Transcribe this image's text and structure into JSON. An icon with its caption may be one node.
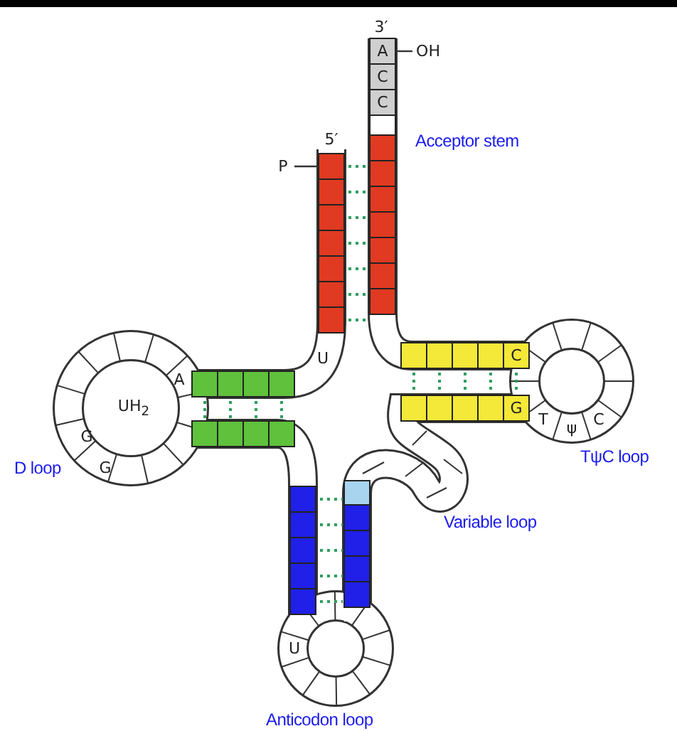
{
  "diagram": {
    "labels": [
      "3′",
      "A",
      "OH",
      "C",
      "C",
      "5′",
      "P",
      "Acceptor stem",
      "U",
      "A",
      "UH$_{2}$",
      "G",
      "G",
      "D loop",
      "C",
      "G",
      "T",
      "ψ",
      "C",
      "TψC loop",
      "Variable loop",
      "U",
      "Anticodon loop"
    ]
  }
}
